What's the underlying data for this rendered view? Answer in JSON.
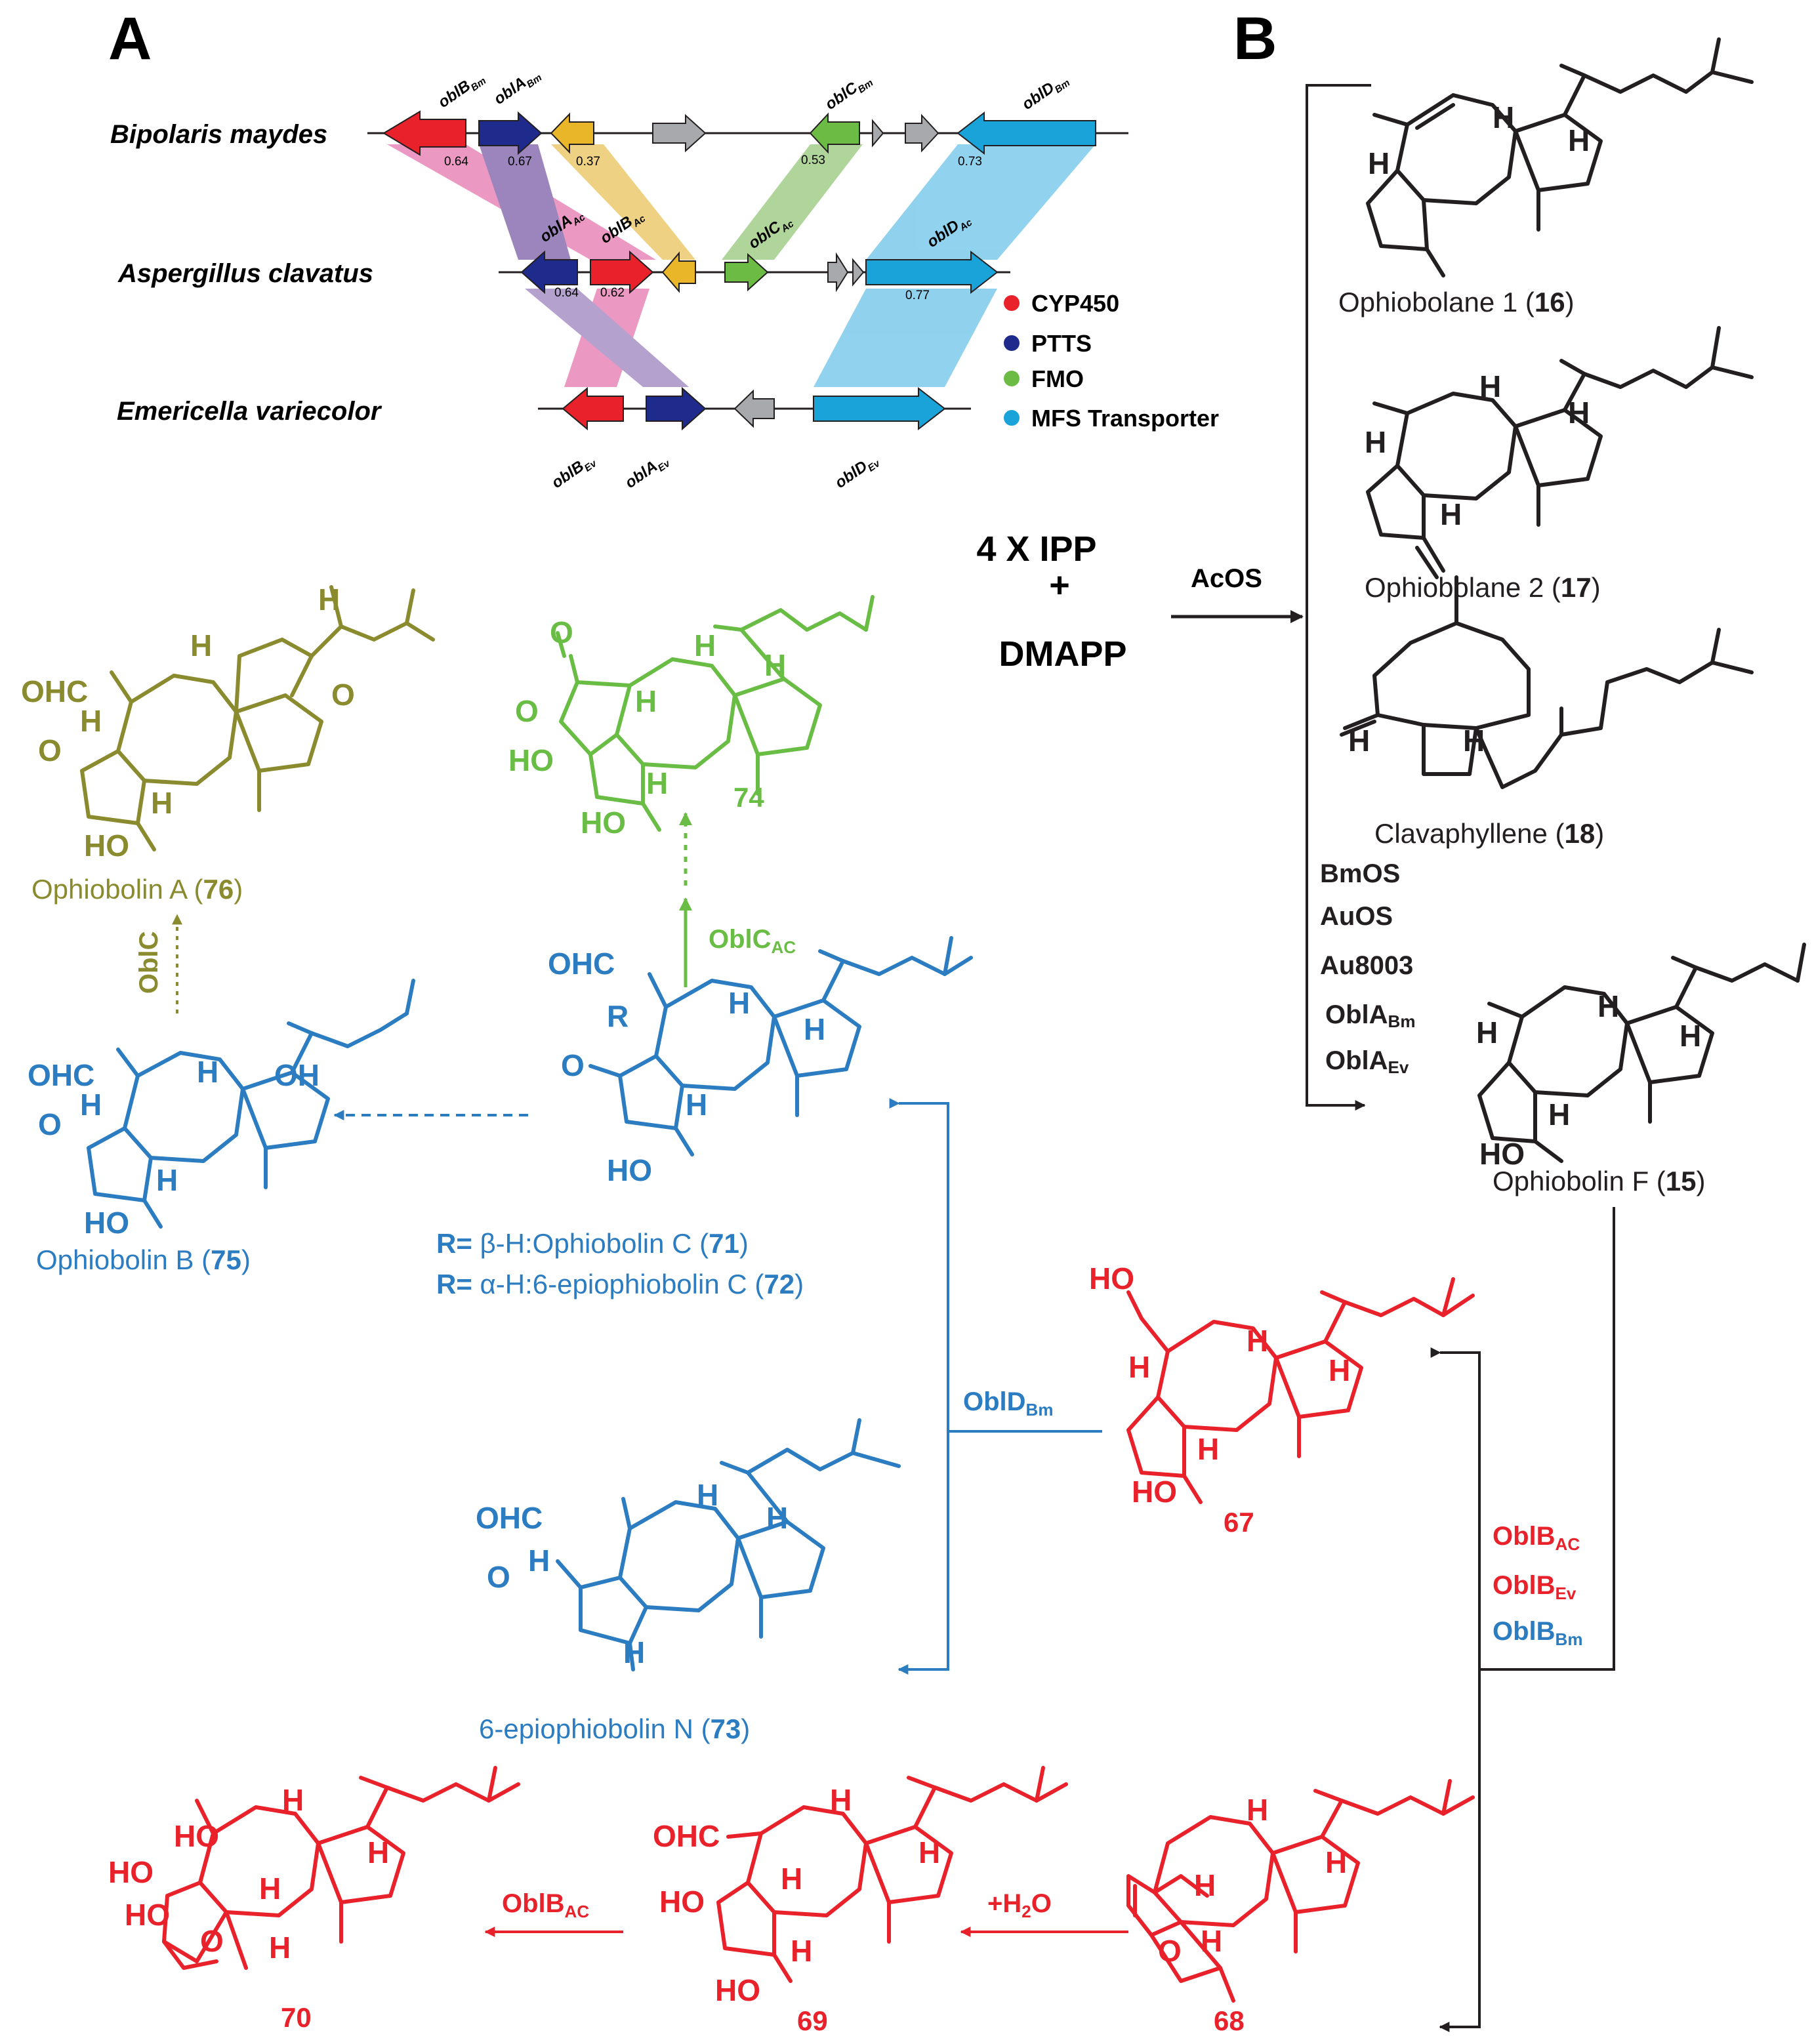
{
  "panels": {
    "a": "A",
    "b": "B"
  },
  "gene_clusters": {
    "organisms": [
      {
        "name": "Bipolaris maydes",
        "genes": [
          {
            "label": "oblB",
            "sub": "Bm",
            "color": "#e8212a"
          },
          {
            "label": "oblA",
            "sub": "Bm",
            "color": "#1e2a8c"
          },
          {
            "label": "oblC",
            "sub": "Bm",
            "color": "#6cbb45"
          },
          {
            "label": "oblD",
            "sub": "Bm",
            "color": "#1aa3d9"
          }
        ]
      },
      {
        "name": "Aspergillus clavatus",
        "genes": [
          {
            "label": "oblA",
            "sub": "Ac",
            "color": "#1e2a8c"
          },
          {
            "label": "oblB",
            "sub": "Ac",
            "color": "#e8212a"
          },
          {
            "label": "oblC",
            "sub": "Ac",
            "color": "#6cbb45"
          },
          {
            "label": "oblD",
            "sub": "Ac",
            "color": "#1aa3d9"
          }
        ]
      },
      {
        "name": "Emericella variecolor",
        "genes": [
          {
            "label": "oblB",
            "sub": "Ev",
            "color": "#e8212a"
          },
          {
            "label": "oblA",
            "sub": "Ev",
            "color": "#1e2a8c"
          },
          {
            "label": "oblD",
            "sub": "Ev",
            "color": "#1aa3d9"
          }
        ]
      }
    ],
    "similarities": [
      "0.64",
      "0.67",
      "0.37",
      "0.53",
      "0.73",
      "0.64",
      "0.62",
      "0.77"
    ],
    "legend": [
      {
        "label": "CYP450",
        "color": "#e8212a"
      },
      {
        "label": "PTTS",
        "color": "#1e2a8c"
      },
      {
        "label": "FMO",
        "color": "#6cbb45"
      },
      {
        "label": "MFS Transporter",
        "color": "#1aa3d9"
      }
    ]
  },
  "substrates": {
    "line1": "4 X IPP",
    "plus": "+",
    "line2": "DMAPP"
  },
  "colors": {
    "black": "#231f20",
    "olive": "#8a8a2e",
    "green": "#69bd45",
    "blue": "#2b7cc0",
    "red": "#e8212a"
  },
  "enzymes": {
    "acos": "AcOS",
    "synthases": [
      "BmOS",
      "AuOS",
      "Au8003"
    ],
    "obla": [
      {
        "t": "OblA",
        "s": "Bm"
      },
      {
        "t": "OblA",
        "s": "Ev"
      }
    ],
    "oblb_list": [
      {
        "t": "OblB",
        "s": "AC"
      },
      {
        "t": "OblB",
        "s": "Ev"
      },
      {
        "t": "OblB",
        "s": "Bm"
      }
    ],
    "oblc": "OblC",
    "oblc_ac": {
      "t": "OblC",
      "s": "AC"
    },
    "obld_bm": {
      "t": "OblD",
      "s": "Bm"
    },
    "oblb_ac": {
      "t": "OblB",
      "s": "AC"
    },
    "water": {
      "t": "+H",
      "sub": "2",
      "rest": "O"
    }
  },
  "compounds": {
    "c16": {
      "name": "Ophiobolane 1 (",
      "num": "16",
      "close": ")"
    },
    "c17": {
      "name": "Ophiobolane 2 (",
      "num": "17",
      "close": ")"
    },
    "c18": {
      "name": "Clavaphyllene (",
      "num": "18",
      "close": ")"
    },
    "c15": {
      "name": "Ophiobolin F (",
      "num": "15",
      "close": ")"
    },
    "c76": {
      "name": "Ophiobolin A (",
      "num": "76",
      "close": ")"
    },
    "c74": {
      "num": "74"
    },
    "c75": {
      "name": "Ophiobolin B (",
      "num": "75",
      "close": ")"
    },
    "c71": {
      "prefix": "R=",
      "text": " β-H:Ophiobolin C (",
      "num": "71",
      "close": ")"
    },
    "c72": {
      "prefix": "R=",
      "text": " α-H:6-epiophiobolin C (",
      "num": "72",
      "close": ")"
    },
    "c73": {
      "name": "6-epiophiobolin N (",
      "num": "73",
      "close": ")"
    },
    "c67": {
      "num": "67"
    },
    "c68": {
      "num": "68"
    },
    "c69": {
      "num": "69"
    },
    "c70": {
      "num": "70"
    }
  },
  "atoms": {
    "H": "H",
    "OHC": "OHC",
    "OH": "OH",
    "HO": "HO",
    "O": "O",
    "R": "R"
  }
}
